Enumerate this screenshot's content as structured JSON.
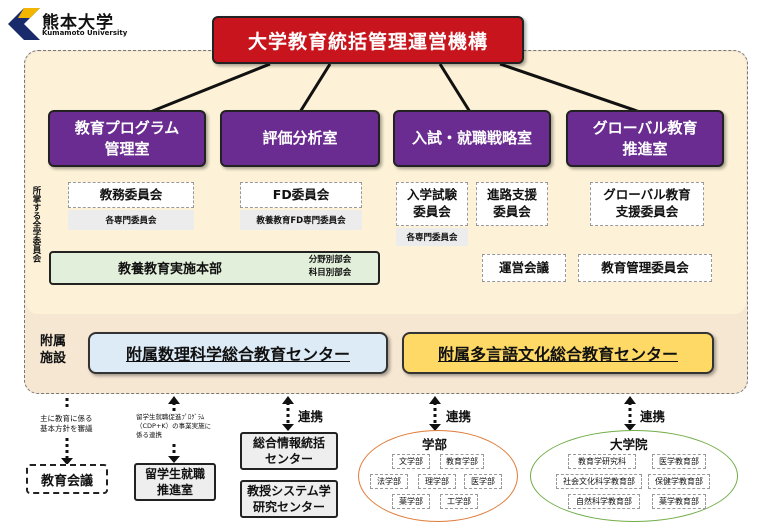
{
  "logo": {
    "name_jp": "熊本大学",
    "name_en": "Kumamoto University"
  },
  "top": {
    "title": "大学教育統括管理運営機構"
  },
  "divisions": [
    {
      "label": "教育プログラム\n管理室"
    },
    {
      "label": "評価分析室"
    },
    {
      "label": "入試・就職戦略室"
    },
    {
      "label": "グローバル教育\n推進室"
    }
  ],
  "side_label": "所掌する全学委員会",
  "committees": {
    "kyomu": "教務委員会",
    "kyomu_sub": "各専門委員会",
    "fd": "FD委員会",
    "fd_sub": "教養教育FD専門委員会",
    "nyushi": "入学試験\n委員会",
    "nyushi_sub": "各専門委員会",
    "shinro": "進路支援\n委員会",
    "global": "グローバル教育\n支援委員会",
    "unei": "運営会議",
    "kanri": "教育管理委員会"
  },
  "kyoyo": {
    "main": "教養教育実施本部",
    "sub": "分野別部会\n科目別部会"
  },
  "fuzoku_label": "附属\n施設",
  "centers": {
    "math": "附属数理科学総合教育センター",
    "lang": "附属多言語文化総合教育センター"
  },
  "links": {
    "renkei": "連携",
    "kyoiku_note": "主に教育に係る\n基本方針を審議",
    "ryugaku_note": "留学生就職促進ﾌﾟﾛｸﾞﾗﾑ\n（CDP+K）の事業実施に\n係る連携"
  },
  "bottom": {
    "kyoiku_kaigi": "教育会議",
    "ryugaku": "留学生就職\n推進室",
    "joho": "総合情報統括\nセンター",
    "kyoju": "教授システム学\n研究センター",
    "gakubu_title": "学部",
    "gakubu": [
      "文学部",
      "教育学部",
      "法学部",
      "理学部",
      "医学部",
      "薬学部",
      "工学部"
    ],
    "daigakuin_title": "大学院",
    "daigakuin": [
      "教育学研究科",
      "医学教育部",
      "社会文化科学教育部",
      "保健学教育部",
      "自然科学教育部",
      "薬学教育部"
    ]
  },
  "colors": {
    "top_red": "#c8141c",
    "division_purple": "#6a2c90",
    "math_center": "#ddebf7",
    "lang_center": "#ffd966",
    "kyoyo_green": "#e2efda",
    "gakubu_orange": "#e07b39",
    "daigakuin_green": "#70ad47"
  }
}
